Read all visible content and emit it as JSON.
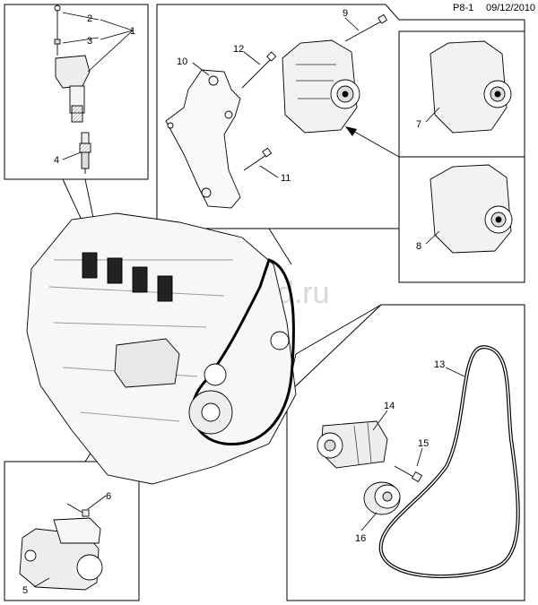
{
  "header": {
    "page": "P8-1",
    "date": "09/12/2010"
  },
  "watermark": "elcsklad.ru",
  "callouts": {
    "c1": "1",
    "c2": "2",
    "c3": "3",
    "c4": "4",
    "c5": "5",
    "c6": "6",
    "c7": "7",
    "c8": "8",
    "c9": "9",
    "c10": "10",
    "c11": "11",
    "c12": "12",
    "c13": "13",
    "c14": "14",
    "c15": "15",
    "c16": "16"
  },
  "parts": {
    "ignition_coil": "ignition-coil",
    "spark_plug": "spark-plug",
    "generator": "generator",
    "generator_bracket": "generator-bracket",
    "starter": "starter-motor",
    "belt": "drive-belt",
    "tensioner": "belt-tensioner",
    "idler": "idler-pulley"
  },
  "colors": {
    "line": "#000000",
    "watermark": "#d8d8d8",
    "background": "#ffffff"
  }
}
